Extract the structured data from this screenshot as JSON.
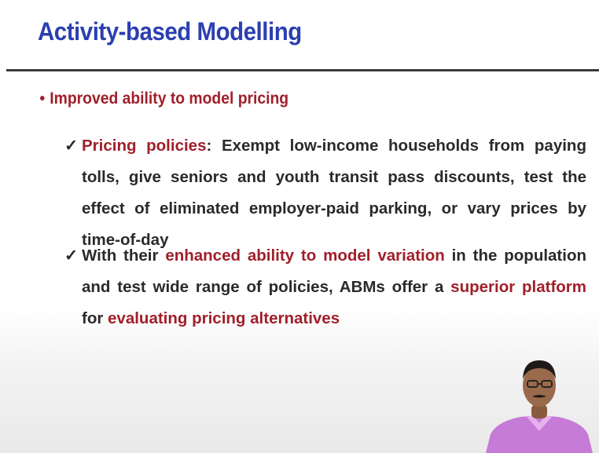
{
  "slide": {
    "title": "Activity-based Modelling",
    "bullet": "Improved ability to model pricing",
    "points": [
      {
        "check": "✓",
        "label": "Pricing policies",
        "sep": ":",
        "text": " Exempt low-income households from paying tolls, give seniors and youth transit pass discounts, test the effect of eliminated employer-paid parking, or vary prices by time-of-day"
      },
      {
        "check": "✓",
        "part1": "With their ",
        "highlight1": "enhanced ability to model variation",
        "part2": " in the population and test wide range of policies, ABMs offer a ",
        "highlight2": "superior platform",
        "part3": " for ",
        "highlight3": "evaluating pricing alternatives"
      }
    ]
  },
  "colors": {
    "title": "#2b3fb0",
    "accent_red": "#a01f2a",
    "body_text": "#2a2a2a",
    "presenter_shirt": "#c67bd6"
  }
}
